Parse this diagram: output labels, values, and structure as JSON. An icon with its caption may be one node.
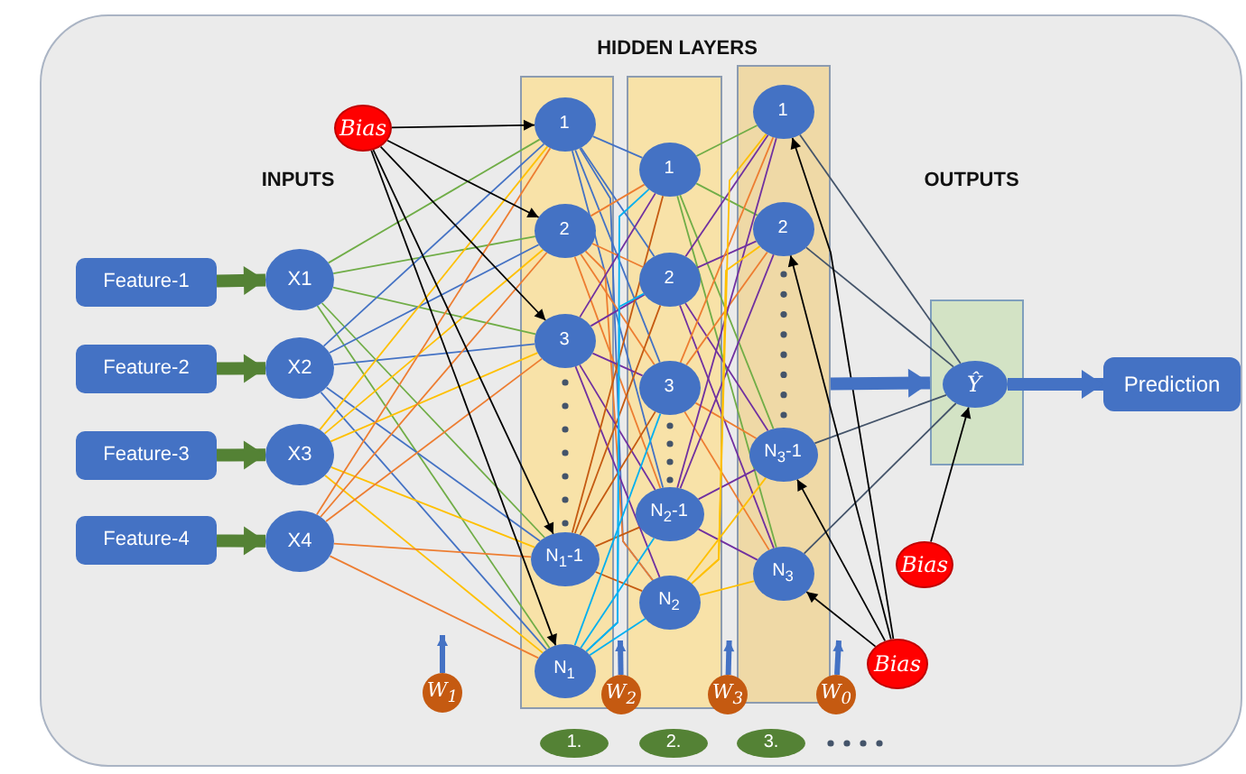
{
  "diagram": {
    "nodes": [
      {
        "text": [
          "Bias"
        ]
      },
      {
        "text": [
          "Feature-1"
        ]
      },
      {
        "text": [
          "Feature-2"
        ]
      },
      {
        "text": [
          "Feature-3"
        ]
      },
      {
        "text": [
          "Feature-4"
        ]
      },
      {
        "text": [
          "X1"
        ]
      },
      {
        "text": [
          "X2"
        ]
      },
      {
        "text": [
          "X3"
        ]
      },
      {
        "text": [
          "X4"
        ]
      },
      {
        "text": [],
        "shape": "box"
      },
      {
        "text": [
          "1"
        ],
        "in": 9
      },
      {
        "text": [
          "2"
        ],
        "in": 9
      },
      {
        "text": [
          "3"
        ],
        "in": 9
      },
      {
        "text": [
          "N$_{1}$-1"
        ],
        "in": 9
      },
      {
        "text": [
          "N$_{1}$"
        ],
        "in": 9
      },
      {
        "text": [],
        "shape": "box"
      },
      {
        "text": [
          "1"
        ],
        "in": 15
      },
      {
        "text": [
          "2"
        ],
        "in": 15
      },
      {
        "text": [
          "3"
        ],
        "in": 15
      },
      {
        "text": [
          "N$_{2}$-1"
        ],
        "in": 15
      },
      {
        "text": [
          "N$_{2}$"
        ],
        "in": 15
      },
      {
        "text": [],
        "shape": "box"
      },
      {
        "text": [
          "1"
        ],
        "in": 21
      },
      {
        "text": [
          "2"
        ],
        "in": 21
      },
      {
        "text": [
          "N$_{3}$-1"
        ],
        "in": 21
      },
      {
        "text": [
          "N$_{3}$"
        ],
        "in": 21
      },
      {
        "text": [],
        "shape": "box"
      },
      {
        "text": [
          "Ŷ"
        ],
        "in": 26
      },
      {
        "text": [
          "Prediction"
        ]
      },
      {
        "text": [
          "Bias"
        ]
      },
      {
        "text": [
          "Bias"
        ]
      },
      {
        "text": [
          "W$_{1}$"
        ]
      },
      {
        "text": [
          "W$_{2}$"
        ]
      },
      {
        "text": [
          "W$_{3}$"
        ]
      },
      {
        "text": [
          "W$_{0}$"
        ]
      },
      {
        "text": [
          "1."
        ]
      },
      {
        "text": [
          "2."
        ]
      },
      {
        "text": [
          "3."
        ]
      }
    ],
    "edges": [
      {
        "from": 1,
        "to": 5,
        "arrow": "to",
        "style": "thick",
        "color": "#548235"
      },
      {
        "from": 2,
        "to": 6,
        "arrow": "to",
        "style": "thick",
        "color": "#548235"
      },
      {
        "from": 3,
        "to": 7,
        "arrow": "to",
        "style": "thick",
        "color": "#548235"
      },
      {
        "from": 4,
        "to": 8,
        "arrow": "to",
        "style": "thick",
        "color": "#548235"
      },
      {
        "from": 5,
        "to": 10,
        "arrow": "none",
        "color": "#70ad47"
      },
      {
        "from": 5,
        "to": 11,
        "arrow": "none",
        "color": "#70ad47"
      },
      {
        "from": 5,
        "to": 12,
        "arrow": "none",
        "color": "#70ad47"
      },
      {
        "from": 5,
        "to": 13,
        "arrow": "none",
        "color": "#70ad47"
      },
      {
        "from": 5,
        "to": 14,
        "arrow": "none",
        "color": "#70ad47"
      },
      {
        "from": 6,
        "to": 10,
        "arrow": "none",
        "color": "#4472c4"
      },
      {
        "from": 6,
        "to": 11,
        "arrow": "none",
        "color": "#4472c4"
      },
      {
        "from": 6,
        "to": 12,
        "arrow": "none",
        "color": "#4472c4"
      },
      {
        "from": 6,
        "to": 13,
        "arrow": "none",
        "color": "#4472c4"
      },
      {
        "from": 6,
        "to": 14,
        "arrow": "none",
        "color": "#4472c4"
      },
      {
        "from": 7,
        "to": 10,
        "arrow": "none",
        "color": "#ffc000"
      },
      {
        "from": 7,
        "to": 11,
        "arrow": "none",
        "color": "#ffc000"
      },
      {
        "from": 7,
        "to": 12,
        "arrow": "none",
        "color": "#ffc000"
      },
      {
        "from": 7,
        "to": 13,
        "arrow": "none",
        "color": "#ffc000"
      },
      {
        "from": 7,
        "to": 14,
        "arrow": "none",
        "color": "#ffc000"
      },
      {
        "from": 8,
        "to": 10,
        "arrow": "none",
        "color": "#ed7d31"
      },
      {
        "from": 8,
        "to": 11,
        "arrow": "none",
        "color": "#ed7d31"
      },
      {
        "from": 8,
        "to": 12,
        "arrow": "none",
        "color": "#ed7d31"
      },
      {
        "from": 8,
        "to": 13,
        "arrow": "none",
        "color": "#ed7d31"
      },
      {
        "from": 8,
        "to": 14,
        "arrow": "none",
        "color": "#ed7d31"
      },
      {
        "from": 0,
        "to": 10,
        "arrow": "to",
        "color": "#000000"
      },
      {
        "from": 0,
        "to": 11,
        "arrow": "to",
        "color": "#000000"
      },
      {
        "from": 0,
        "to": 12,
        "arrow": "to",
        "color": "#000000"
      },
      {
        "from": 0,
        "to": 13,
        "arrow": "to",
        "color": "#000000"
      },
      {
        "from": 0,
        "to": 14,
        "arrow": "to",
        "color": "#000000"
      },
      {
        "from": 10,
        "to": 16,
        "arrow": "none",
        "color": "#4472c4"
      },
      {
        "from": 10,
        "to": 17,
        "arrow": "none",
        "color": "#4472c4"
      },
      {
        "from": 10,
        "to": 18,
        "arrow": "none",
        "color": "#4472c4"
      },
      {
        "from": 10,
        "to": 19,
        "arrow": "none",
        "color": "#4472c4"
      },
      {
        "from": 10,
        "to": 20,
        "arrow": "none",
        "color": "#4472c4"
      },
      {
        "from": 11,
        "to": 16,
        "arrow": "none",
        "color": "#ed7d31"
      },
      {
        "from": 11,
        "to": 17,
        "arrow": "none",
        "color": "#ed7d31"
      },
      {
        "from": 11,
        "to": 18,
        "arrow": "none",
        "color": "#ed7d31"
      },
      {
        "from": 11,
        "to": 19,
        "arrow": "none",
        "color": "#ed7d31"
      },
      {
        "from": 11,
        "to": 20,
        "arrow": "none",
        "color": "#ed7d31"
      },
      {
        "from": 12,
        "to": 16,
        "arrow": "none",
        "color": "#7030a0"
      },
      {
        "from": 12,
        "to": 17,
        "arrow": "none",
        "color": "#7030a0"
      },
      {
        "from": 12,
        "to": 18,
        "arrow": "none",
        "color": "#7030a0"
      },
      {
        "from": 12,
        "to": 19,
        "arrow": "none",
        "color": "#7030a0"
      },
      {
        "from": 12,
        "to": 20,
        "arrow": "none",
        "color": "#7030a0"
      },
      {
        "from": 13,
        "to": 16,
        "arrow": "none",
        "color": "#c55a11"
      },
      {
        "from": 13,
        "to": 17,
        "arrow": "none",
        "color": "#c55a11"
      },
      {
        "from": 13,
        "to": 18,
        "arrow": "none",
        "color": "#c55a11"
      },
      {
        "from": 13,
        "to": 19,
        "arrow": "none",
        "color": "#c55a11"
      },
      {
        "from": 13,
        "to": 20,
        "arrow": "none",
        "color": "#c55a11"
      },
      {
        "from": 14,
        "to": 16,
        "arrow": "none",
        "color": "#00b0f0"
      },
      {
        "from": 14,
        "to": 17,
        "arrow": "none",
        "color": "#00b0f0"
      },
      {
        "from": 14,
        "to": 18,
        "arrow": "none",
        "color": "#00b0f0"
      },
      {
        "from": 14,
        "to": 19,
        "arrow": "none",
        "color": "#00b0f0"
      },
      {
        "from": 14,
        "to": 20,
        "arrow": "none",
        "color": "#00b0f0"
      },
      {
        "from": 16,
        "to": 22,
        "arrow": "none",
        "color": "#70ad47"
      },
      {
        "from": 16,
        "to": 23,
        "arrow": "none",
        "color": "#70ad47"
      },
      {
        "from": 16,
        "to": 24,
        "arrow": "none",
        "color": "#70ad47"
      },
      {
        "from": 16,
        "to": 25,
        "arrow": "none",
        "color": "#70ad47"
      },
      {
        "from": 17,
        "to": 22,
        "arrow": "none",
        "color": "#7030a0"
      },
      {
        "from": 17,
        "to": 23,
        "arrow": "none",
        "color": "#7030a0"
      },
      {
        "from": 17,
        "to": 24,
        "arrow": "none",
        "color": "#7030a0"
      },
      {
        "from": 17,
        "to": 25,
        "arrow": "none",
        "color": "#7030a0"
      },
      {
        "from": 18,
        "to": 22,
        "arrow": "none",
        "color": "#ed7d31"
      },
      {
        "from": 18,
        "to": 23,
        "arrow": "none",
        "color": "#ed7d31"
      },
      {
        "from": 18,
        "to": 24,
        "arrow": "none",
        "color": "#ed7d31"
      },
      {
        "from": 18,
        "to": 25,
        "arrow": "none",
        "color": "#ed7d31"
      },
      {
        "from": 19,
        "to": 22,
        "arrow": "none",
        "color": "#7030a0"
      },
      {
        "from": 19,
        "to": 23,
        "arrow": "none",
        "color": "#7030a0"
      },
      {
        "from": 19,
        "to": 24,
        "arrow": "none",
        "color": "#7030a0"
      },
      {
        "from": 19,
        "to": 25,
        "arrow": "none",
        "color": "#7030a0"
      },
      {
        "from": 20,
        "to": 22,
        "arrow": "none",
        "color": "#ffc000"
      },
      {
        "from": 20,
        "to": 23,
        "arrow": "none",
        "color": "#ffc000"
      },
      {
        "from": 20,
        "to": 24,
        "arrow": "none",
        "color": "#ffc000"
      },
      {
        "from": 20,
        "to": 25,
        "arrow": "none",
        "color": "#ffc000"
      },
      {
        "from": 22,
        "to": 27,
        "arrow": "none",
        "color": "#44546a"
      },
      {
        "from": 23,
        "to": 27,
        "arrow": "none",
        "color": "#44546a"
      },
      {
        "from": 24,
        "to": 27,
        "arrow": "none",
        "color": "#44546a"
      },
      {
        "from": 25,
        "to": 27,
        "arrow": "none",
        "color": "#44546a"
      },
      {
        "from": 30,
        "to": 22,
        "arrow": "to",
        "color": "#000000"
      },
      {
        "from": 30,
        "to": 23,
        "arrow": "to",
        "color": "#000000"
      },
      {
        "from": 30,
        "to": 24,
        "arrow": "to",
        "color": "#000000"
      },
      {
        "from": 30,
        "to": 25,
        "arrow": "to",
        "color": "#000000"
      },
      {
        "from": 29,
        "to": 27,
        "arrow": "to",
        "color": "#000000"
      },
      {
        "from": 21,
        "to": 26,
        "arrow": "to",
        "style": "thick",
        "color": "#4472c4"
      },
      {
        "from": 27,
        "to": 28,
        "arrow": "to",
        "style": "thick",
        "color": "#4472c4"
      },
      {
        "from": 31,
        "to": null,
        "arrow": "to",
        "style": "thick",
        "color": "#4472c4"
      },
      {
        "from": 32,
        "to": null,
        "arrow": "to",
        "style": "thick",
        "color": "#4472c4"
      },
      {
        "from": 33,
        "to": null,
        "arrow": "to",
        "style": "thick",
        "color": "#4472c4"
      },
      {
        "from": 34,
        "to": null,
        "arrow": "to",
        "style": "thick",
        "color": "#4472c4"
      }
    ],
    "labels": [
      "HIDDEN LAYERS",
      "INPUTS",
      "OUTPUTS"
    ]
  }
}
